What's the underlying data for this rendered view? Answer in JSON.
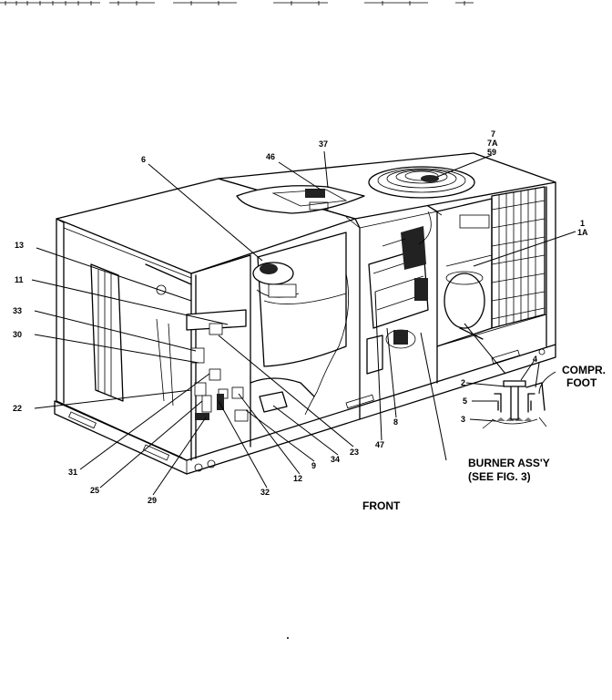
{
  "callouts": {
    "c6": "6",
    "c46": "46",
    "c37": "37",
    "c7": "7",
    "c7a": "7A",
    "c59": "59",
    "c1": "1",
    "c1a": "1A",
    "c13": "13",
    "c11": "11",
    "c33": "33",
    "c30": "30",
    "c22": "22",
    "c31": "31",
    "c25": "25",
    "c29": "29",
    "c32": "32",
    "c12": "12",
    "c9": "9",
    "c34": "34",
    "c23": "23",
    "c47": "47",
    "c8": "8",
    "c4": "4",
    "c2": "2",
    "c5": "5",
    "c3": "3"
  },
  "labels": {
    "compr_line1": "COMPR.",
    "compr_line2": "FOOT",
    "burner_line1": "BURNER ASS'Y",
    "burner_line2": "(SEE FIG. 3)",
    "front": "FRONT"
  }
}
